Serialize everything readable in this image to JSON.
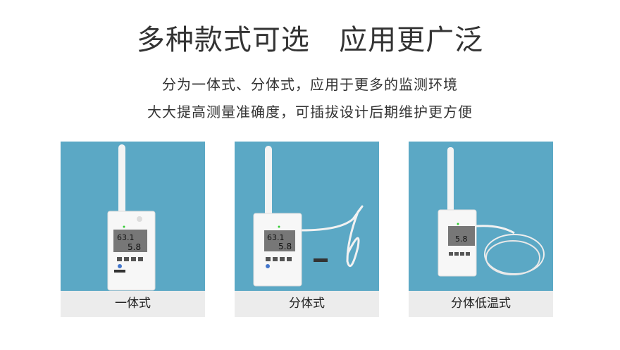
{
  "header": {
    "title": "多种款式可选   应用更广泛",
    "line1": "分为一体式、分体式，应用于更多的监测环境",
    "line2": "大大提高测量准确度，可插拔设计后期维护更方便"
  },
  "products": [
    {
      "label": "一体式",
      "humidity": "63.1",
      "temperature": "5.8"
    },
    {
      "label": "分体式",
      "humidity": "63.1",
      "temperature": "5.8"
    },
    {
      "label": "分体低温式",
      "temperature": "5.8"
    }
  ],
  "colors": {
    "background": "#5ba8c5",
    "caption_bg": "#ececec"
  }
}
